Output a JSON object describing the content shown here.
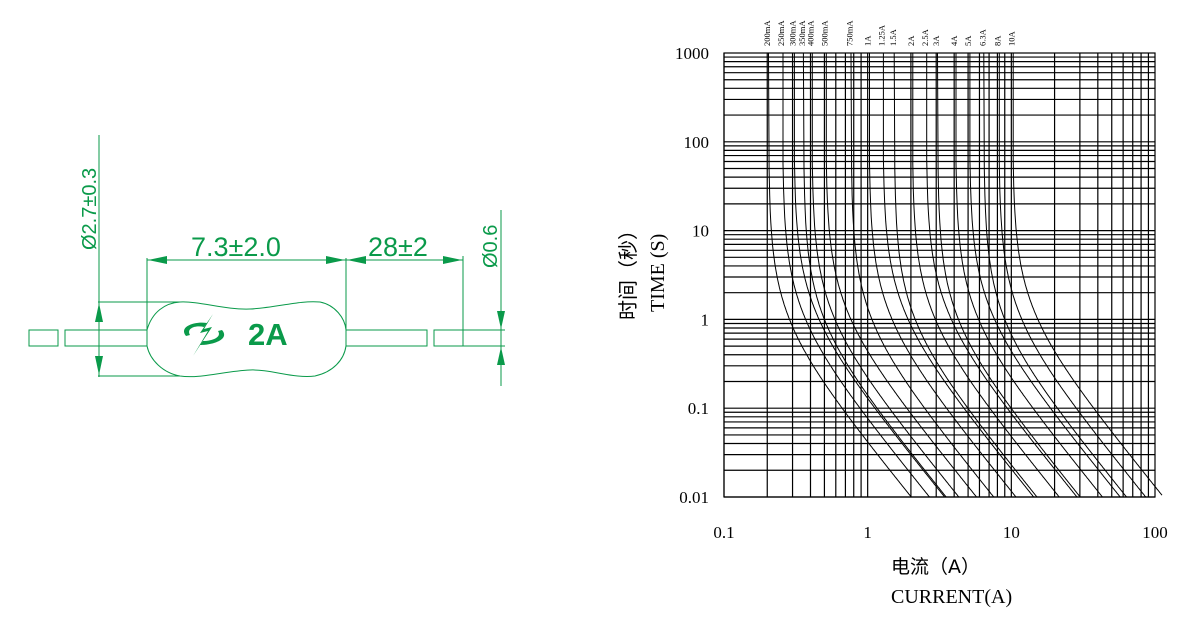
{
  "drawing": {
    "color": "#0a9a4a",
    "body_marking": "2A",
    "logo_icon": "lightning-swirl-icon",
    "dim_body_length": "7.3±2.0",
    "dim_lead_length": "28±2",
    "dim_body_diameter": "Ø2.7±0.3",
    "dim_lead_diameter": "Ø0.6"
  },
  "chart_data": {
    "type": "line",
    "title": "",
    "xlabel_cn": "电流（A）",
    "xlabel": "CURRENT(A)",
    "ylabel_cn": "时间（秒）",
    "ylabel": "TIME (S)",
    "x_scale": "log",
    "y_scale": "log",
    "xlim": [
      0.1,
      100
    ],
    "ylim": [
      0.01,
      1000
    ],
    "x_ticks": [
      "0.1",
      "1",
      "10",
      "100"
    ],
    "y_ticks": [
      "1000",
      "100",
      "10",
      "1",
      "0.1",
      "0.01"
    ],
    "grid": true,
    "legend_position": "top (rotated labels above each curve)",
    "series": [
      {
        "name": "200mA",
        "rating": 0.2
      },
      {
        "name": "250mA",
        "rating": 0.25
      },
      {
        "name": "300mA",
        "rating": 0.3
      },
      {
        "name": "350mA",
        "rating": 0.35
      },
      {
        "name": "400mA",
        "rating": 0.4
      },
      {
        "name": "500mA",
        "rating": 0.5
      },
      {
        "name": "750mA",
        "rating": 0.75
      },
      {
        "name": "1A",
        "rating": 1.0
      },
      {
        "name": "1.25A",
        "rating": 1.25
      },
      {
        "name": "1.5A",
        "rating": 1.5
      },
      {
        "name": "2A",
        "rating": 2.0
      },
      {
        "name": "2.5A",
        "rating": 2.5
      },
      {
        "name": "3A",
        "rating": 3.0
      },
      {
        "name": "4A",
        "rating": 4.0
      },
      {
        "name": "5A",
        "rating": 5.0
      },
      {
        "name": "6.3A",
        "rating": 6.3
      },
      {
        "name": "8A",
        "rating": 8.0
      },
      {
        "name": "10A",
        "rating": 10.0
      }
    ]
  }
}
